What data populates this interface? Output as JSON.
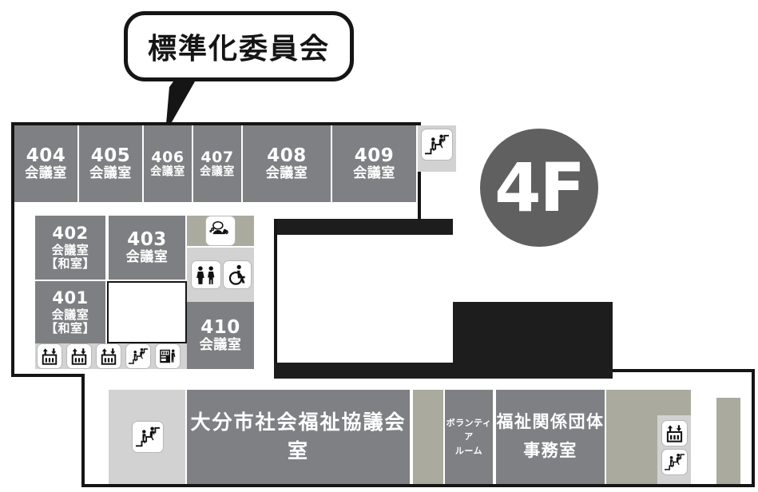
{
  "map": {
    "floor_badge": "4F",
    "callout": {
      "text": "標準化委員会",
      "points_to": "406"
    }
  },
  "top_rooms": [
    {
      "number": "404",
      "name": "会議室"
    },
    {
      "number": "405",
      "name": "会議室"
    },
    {
      "number": "406",
      "name": "会議室"
    },
    {
      "number": "407",
      "name": "会議室"
    },
    {
      "number": "408",
      "name": "会議室"
    },
    {
      "number": "409",
      "name": "会議室"
    }
  ],
  "mid_rooms": [
    {
      "number": "402",
      "name": "会議室",
      "note": "【和室】"
    },
    {
      "number": "403",
      "name": "会議室",
      "note": ""
    },
    {
      "number": "401",
      "name": "会議室",
      "note": "【和室】"
    },
    {
      "number": "410",
      "name": "会議室",
      "note": ""
    }
  ],
  "bottom_rooms": [
    {
      "label": "大分市社会福祉協議会室"
    },
    {
      "label_line1": "ボランティア",
      "label_line2": "ルーム"
    },
    {
      "label_line1": "福祉関係団体",
      "label_line2": "事務室"
    }
  ],
  "icons": {
    "stairs": "stairs-icon",
    "elevator": "elevator-icon",
    "vending": "vending-machine-icon",
    "tea": "tea-room-icon",
    "restroom": "restroom-icon",
    "accessible": "wheelchair-accessible-icon"
  },
  "colors": {
    "room_grey": "#7e8083",
    "khaki": "#aaab9e",
    "light_grey": "#d2d2d2",
    "black": "#1d1d1d",
    "badge_grey": "#606060",
    "outline": "#151515"
  }
}
